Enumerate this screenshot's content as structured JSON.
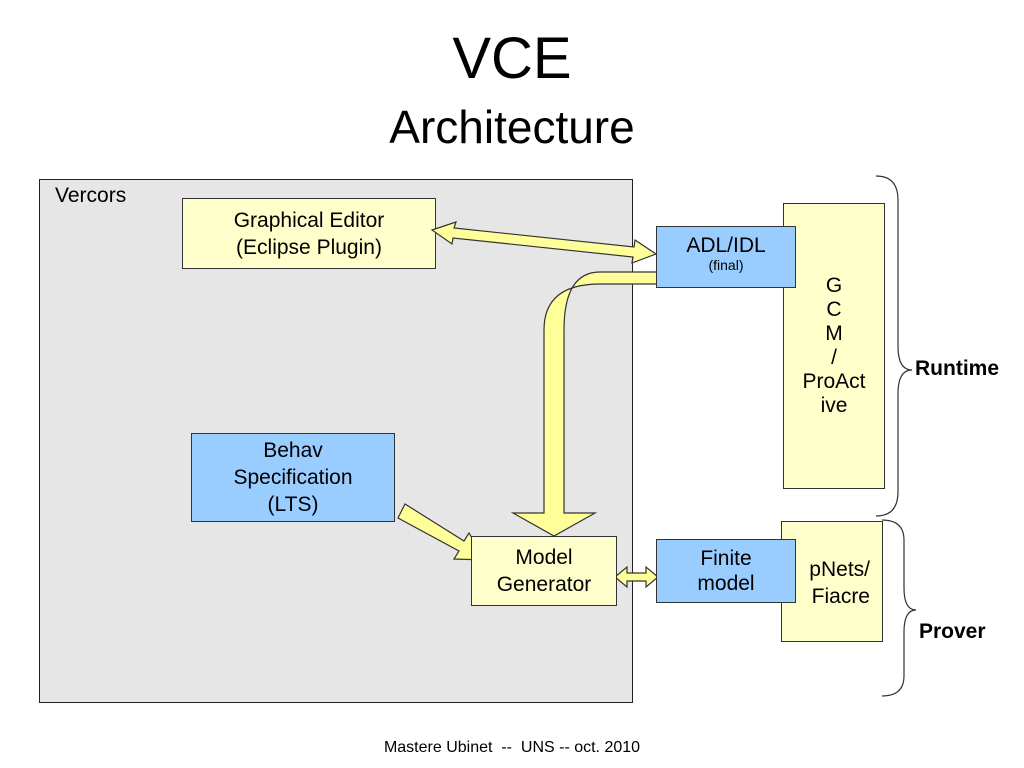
{
  "title": "VCE",
  "subtitle": "Architecture",
  "frame": {
    "label": "Vercors"
  },
  "boxes": {
    "graphical_editor": {
      "line1": "Graphical Editor",
      "line2": "(Eclipse Plugin)"
    },
    "behav_spec": {
      "line1": "Behav",
      "line2": "Specification",
      "line3": "(LTS)"
    },
    "model_generator": {
      "line1": "Model",
      "line2": "Generator"
    },
    "adl_idl": {
      "line1": "ADL/IDL",
      "line2": "(final)"
    },
    "gcm": {
      "lines": [
        "G",
        "C",
        "M",
        "/",
        "ProAct",
        "ive"
      ]
    },
    "finite_model": {
      "line1": "Finite",
      "line2": "model"
    },
    "pnets": {
      "line1": "pNets/",
      "line2": "Fiacre"
    }
  },
  "braces": {
    "runtime": "Runtime",
    "prover": "Prover"
  },
  "footer": "Mastere Ubinet  --  UNS -- oct. 2010",
  "colors": {
    "yellow_box": "#ffffcc",
    "blue_box": "#99ccff",
    "frame_fill": "#e6e6e6",
    "arrow_fill": "#ffff99"
  }
}
